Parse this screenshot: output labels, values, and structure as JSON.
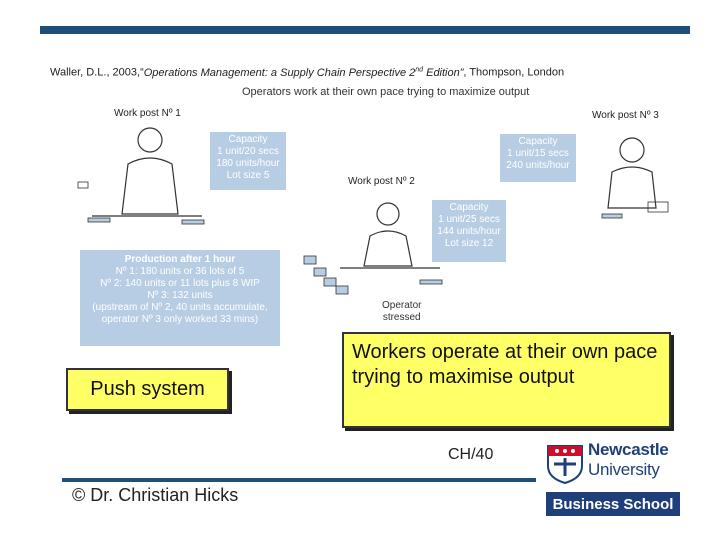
{
  "citation": {
    "prefix": "Waller, D.L., 2003,“",
    "title": "Operations Management: a Supply Chain Perspective 2",
    "sup": "nd",
    "title_end": " Edition”",
    "suffix": ", Thompson, London"
  },
  "diagram": {
    "title": "Operators work at their own pace trying to maximize output",
    "work_post_1": {
      "label": "Work post Nº 1",
      "capacity": [
        "Capacity",
        "1 unit/20 secs",
        "180 units/hour",
        "Lot size 5"
      ]
    },
    "work_post_2": {
      "label": "Work post Nº 2",
      "capacity": [
        "Capacity",
        "1 unit/25 secs",
        "144 units/hour",
        "Lot size 12"
      ]
    },
    "work_post_3": {
      "label": "Work post Nº 3",
      "capacity": [
        "Capacity",
        "1 unit/15 secs",
        "240 units/hour"
      ]
    },
    "production": {
      "title": "Production after 1 hour",
      "lines": [
        "Nº 1: 180 units or 36 lots of 5",
        "Nº 2: 140 units or 11 lots plus 8 WIP",
        "Nº 3: 132 units",
        "(upstream of Nº 2, 40 units accumulate,",
        "operator Nº 3 only worked 33 mins)"
      ]
    },
    "operator_note": [
      "Operator",
      "stressed"
    ]
  },
  "push_label": "Push system",
  "workers_label": "Workers operate at their own pace trying to maximise output",
  "page_number": "CH/40",
  "author": "© Dr. Christian Hicks",
  "logo": {
    "line1": "Newcastle",
    "line2": "University",
    "line3": "Business School"
  },
  "colors": {
    "accent": "#1f4e79",
    "callout": "#ffff66",
    "box": "#b7cde4",
    "logo": "#1f3f7a"
  }
}
